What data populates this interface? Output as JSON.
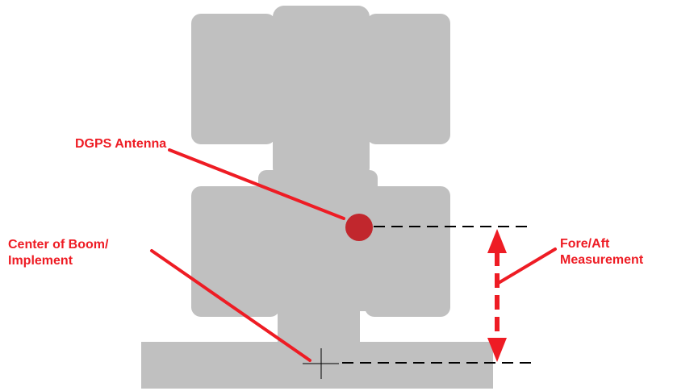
{
  "labels": {
    "antenna": "DGPS Antenna",
    "boom_line1": "Center of Boom/",
    "boom_line2": "Implement",
    "measure_line1": "Fore/Aft",
    "measure_line2": "Measurement"
  },
  "colors": {
    "vehicle_body": "#c0c0c0",
    "annotation_red": "#ee1c24",
    "antenna_marker": "#c1272d",
    "reference_line": "#000000"
  }
}
